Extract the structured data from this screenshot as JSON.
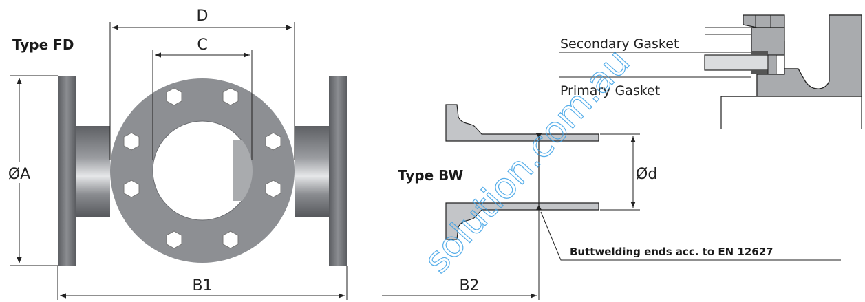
{
  "labels": {
    "type_fd": "Type FD",
    "type_bw": "Type BW",
    "dim_d": "D",
    "dim_c": "C",
    "dim_a": "ØA",
    "dim_b1": "B1",
    "dim_b2": "B2",
    "dim_small_d": "Ød",
    "secondary_gasket": "Secondary Gasket",
    "primary_gasket": "Primary Gasket",
    "buttwelding": "Buttwelding ends acc. to EN 12627",
    "watermark": "solution.com.au"
  },
  "colors": {
    "steel_dark": "#6f7175",
    "steel_mid": "#8e9094",
    "steel_light": "#c9cbce",
    "outline": "#222222",
    "watermark": "#3aa0e6"
  }
}
